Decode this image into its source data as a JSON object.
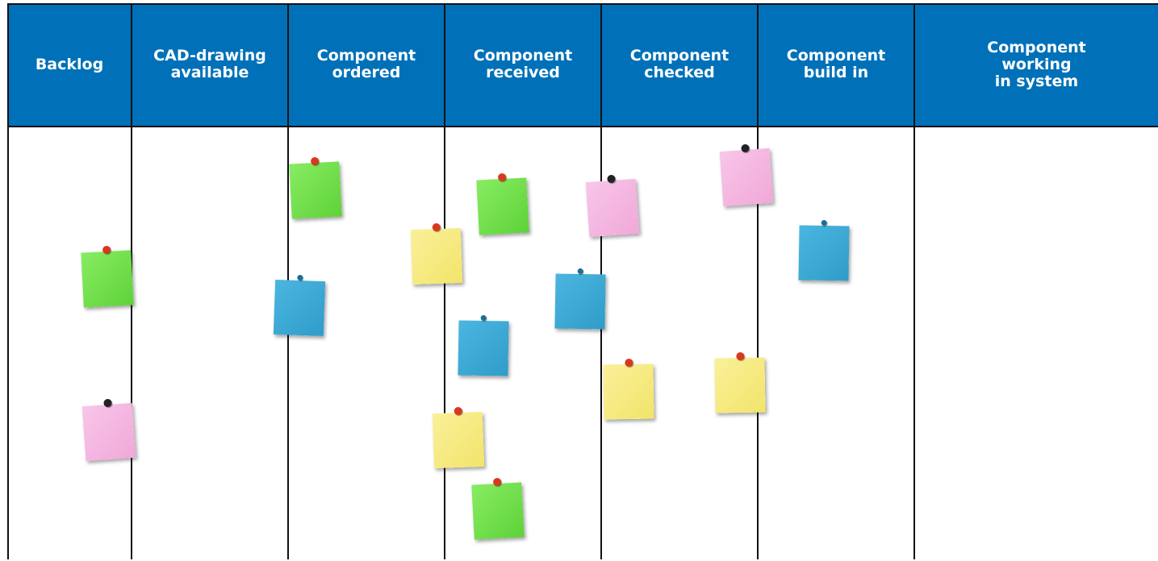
{
  "board": {
    "columns": [
      {
        "label": "Backlog"
      },
      {
        "label": "CAD-drawing\navailable"
      },
      {
        "label": "Component\nordered"
      },
      {
        "label": "Component\nreceived"
      },
      {
        "label": "Component\nchecked"
      },
      {
        "label": "Component\nbuild in"
      },
      {
        "label": "Component\nworking\nin system"
      }
    ],
    "colors": {
      "header": "#0071b8",
      "green": "#6fe04a",
      "blue": "#3aaad6",
      "yellow": "#f7ec80",
      "pink": "#f5b3e0",
      "pin_red": "#d9381e",
      "pin_dark": "#222222",
      "pin_blue": "#1a6f97"
    }
  }
}
